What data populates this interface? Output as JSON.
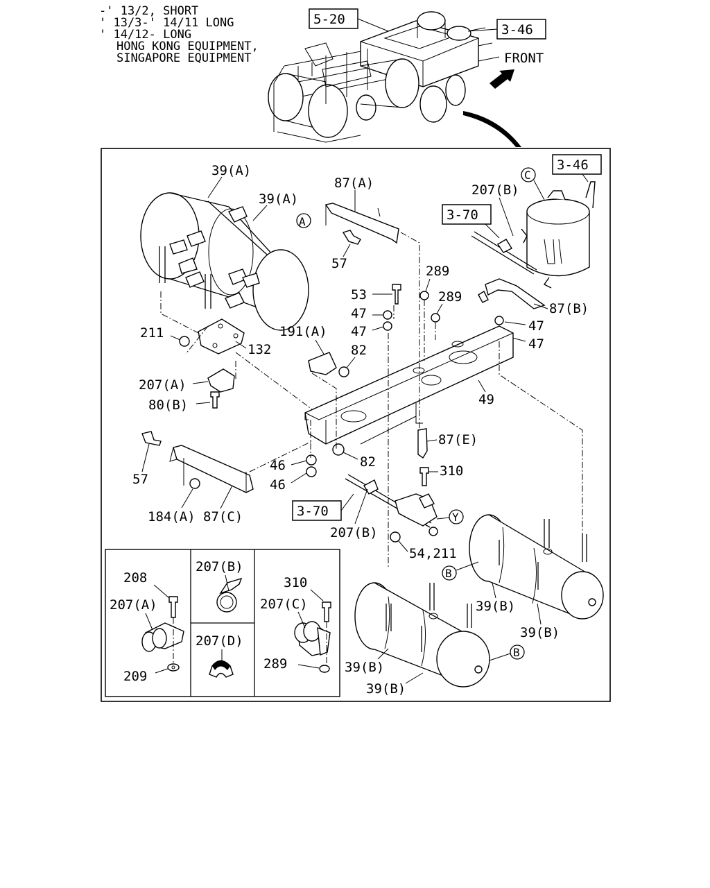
{
  "header_notes": [
    "-' 13/2, SHORT",
    "' 13/3-' 14/11 LONG",
    "' 14/12- LONG",
    "HONG KONG EQUIPMENT,",
    "SINGAPORE EQUIPMENT"
  ],
  "refs": {
    "overview_left": "5-20",
    "overview_right": "3-46",
    "main_top_right": "3-46",
    "main_upper": "3-70",
    "main_lower": "3-70"
  },
  "front_label": "FRONT",
  "circles": {
    "A": "A",
    "C": "C",
    "Y": "Y",
    "B1": "B",
    "B2": "B"
  },
  "labels": {
    "l39a_1": "39(A)",
    "l39a_2": "39(A)",
    "l87a": "87(A)",
    "l207b_top": "207(B)",
    "l57_top": "57",
    "l289_1": "289",
    "l289_2": "289",
    "l53": "53",
    "l47_1": "47",
    "l47_2": "47",
    "l47_3": "47",
    "l47_4": "47",
    "l87b": "87(B)",
    "l211": "211",
    "l132": "132",
    "l191a": "191(A)",
    "l82_top": "82",
    "l49": "49",
    "l207a": "207(A)",
    "l80b": "80(B)",
    "l57_left": "57",
    "l46_1": "46",
    "l46_2": "46",
    "l82_bot": "82",
    "l87e": "87(E)",
    "l310": "310",
    "l184a": "184(A)",
    "l87c": "87(C)",
    "l207b_mid": "207(B)",
    "l54211": "54,211",
    "l39b_1": "39(B)",
    "l39b_2": "39(B)",
    "l39b_3": "39(B)",
    "l39b_4": "39(B)"
  },
  "inset": {
    "l208": "208",
    "l207a": "207(A)",
    "l209": "209",
    "l207b": "207(B)",
    "l207d": "207(D)",
    "l310": "310",
    "l207c": "207(C)",
    "l289": "289"
  }
}
